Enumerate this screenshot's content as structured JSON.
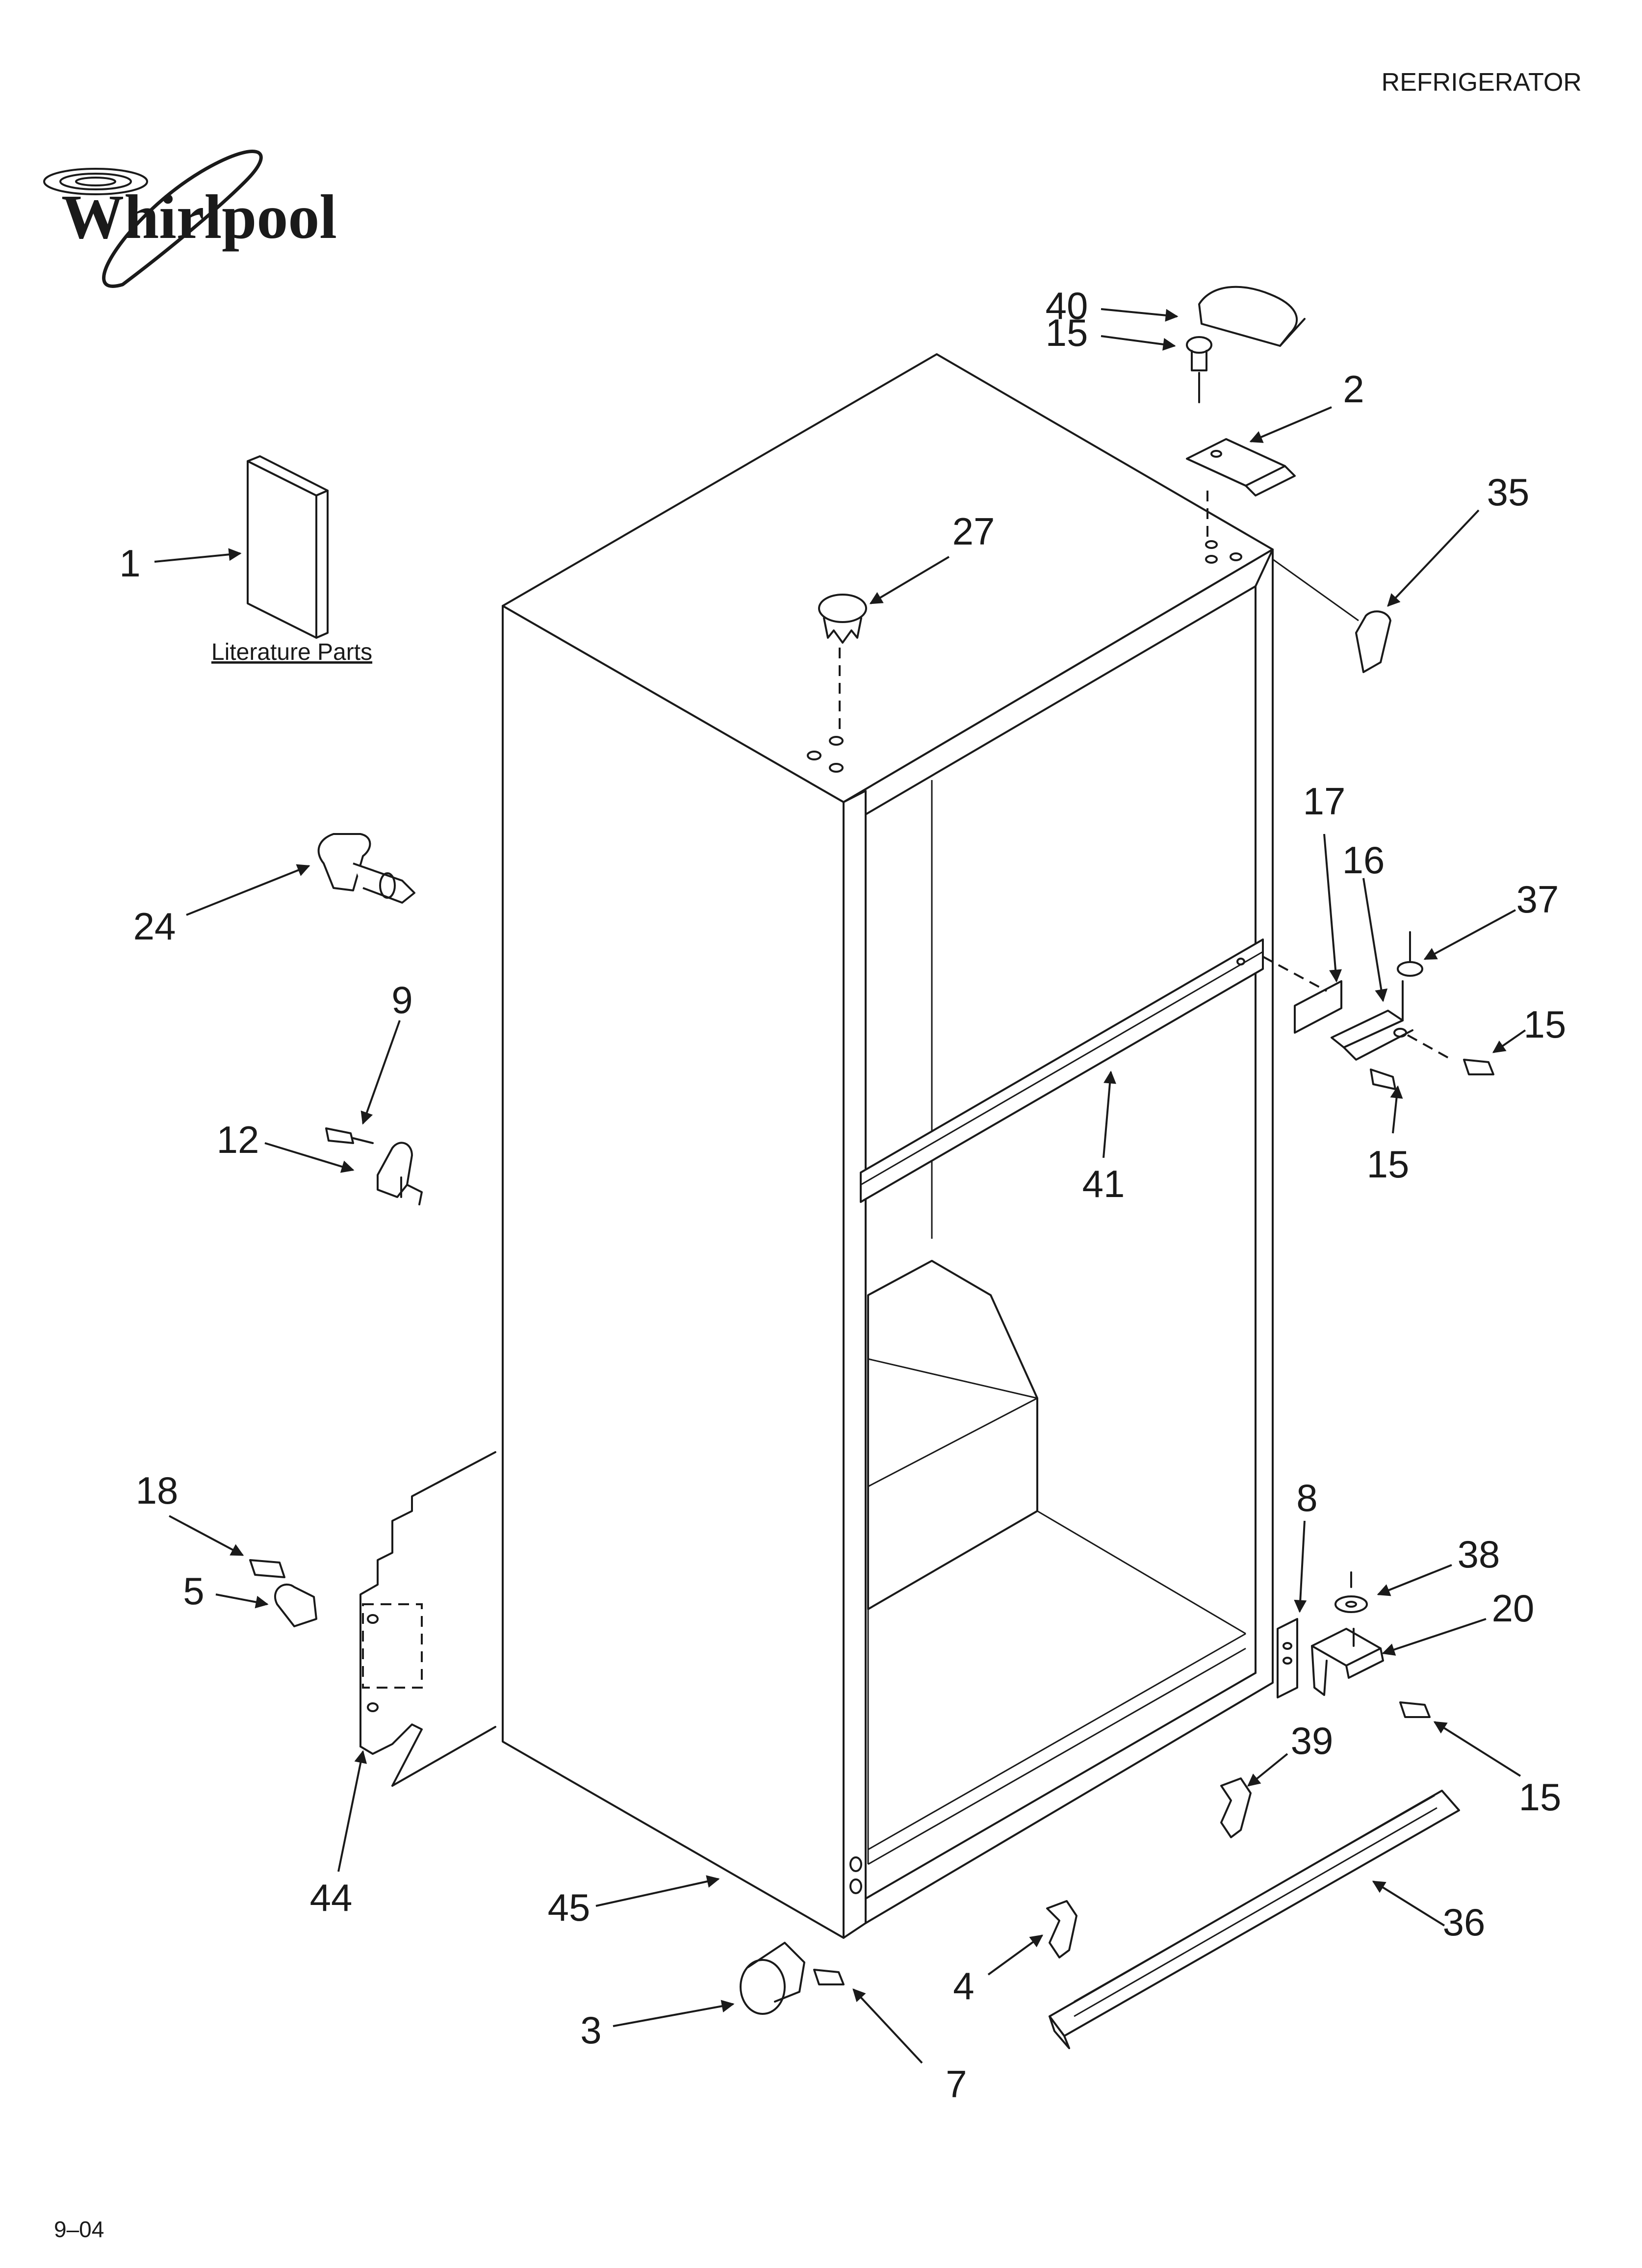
{
  "header": {
    "title": "REFRIGERATOR"
  },
  "logo": {
    "brand": "Whirlpool"
  },
  "literature": {
    "label": "Literature Parts"
  },
  "footer": {
    "code": "9–04"
  },
  "callouts": [
    {
      "id": "c40",
      "label": "40"
    },
    {
      "id": "c15a",
      "label": "15"
    },
    {
      "id": "c2",
      "label": "2"
    },
    {
      "id": "c35",
      "label": "35"
    },
    {
      "id": "c27",
      "label": "27"
    },
    {
      "id": "c1",
      "label": "1"
    },
    {
      "id": "c24",
      "label": "24"
    },
    {
      "id": "c17",
      "label": "17"
    },
    {
      "id": "c16",
      "label": "16"
    },
    {
      "id": "c37",
      "label": "37"
    },
    {
      "id": "c15b",
      "label": "15"
    },
    {
      "id": "c15c",
      "label": "15"
    },
    {
      "id": "c9",
      "label": "9"
    },
    {
      "id": "c12",
      "label": "12"
    },
    {
      "id": "c41",
      "label": "41"
    },
    {
      "id": "c18",
      "label": "18"
    },
    {
      "id": "c5",
      "label": "5"
    },
    {
      "id": "c8",
      "label": "8"
    },
    {
      "id": "c38",
      "label": "38"
    },
    {
      "id": "c20",
      "label": "20"
    },
    {
      "id": "c39",
      "label": "39"
    },
    {
      "id": "c15d",
      "label": "15"
    },
    {
      "id": "c44",
      "label": "44"
    },
    {
      "id": "c45",
      "label": "45"
    },
    {
      "id": "c36",
      "label": "36"
    },
    {
      "id": "c4",
      "label": "4"
    },
    {
      "id": "c3",
      "label": "3"
    },
    {
      "id": "c7",
      "label": "7"
    }
  ]
}
